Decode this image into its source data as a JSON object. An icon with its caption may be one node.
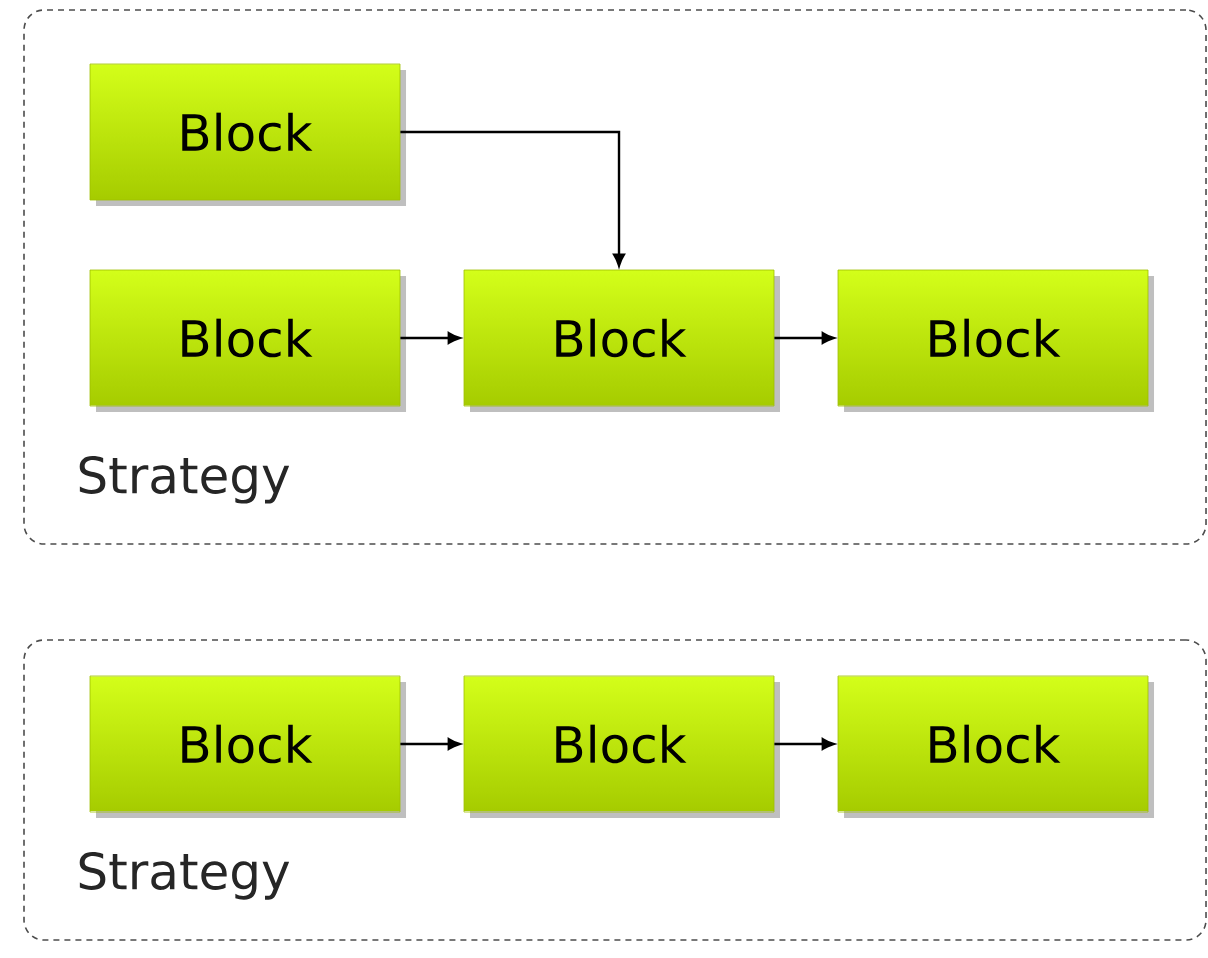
{
  "diagram": {
    "nodes": [
      {
        "text": [
          "Strategy"
        ]
      },
      {
        "text": [
          "Block"
        ],
        "in": 0
      },
      {
        "text": [
          "Block"
        ],
        "in": 0
      },
      {
        "text": [
          "Block"
        ],
        "in": 0
      },
      {
        "text": [
          "Block"
        ],
        "in": 0
      },
      {
        "text": [
          "Strategy"
        ]
      },
      {
        "text": [
          "Block"
        ],
        "in": 5
      },
      {
        "text": [
          "Block"
        ],
        "in": 5
      },
      {
        "text": [
          "Block"
        ],
        "in": 5
      }
    ],
    "edges": [
      {
        "from": 1,
        "to": 3,
        "arrow": "to"
      },
      {
        "from": 2,
        "to": 3,
        "arrow": "to"
      },
      {
        "from": 3,
        "to": 4,
        "arrow": "to"
      },
      {
        "from": 6,
        "to": 7,
        "arrow": "to"
      },
      {
        "from": 7,
        "to": 8,
        "arrow": "to"
      }
    ]
  }
}
